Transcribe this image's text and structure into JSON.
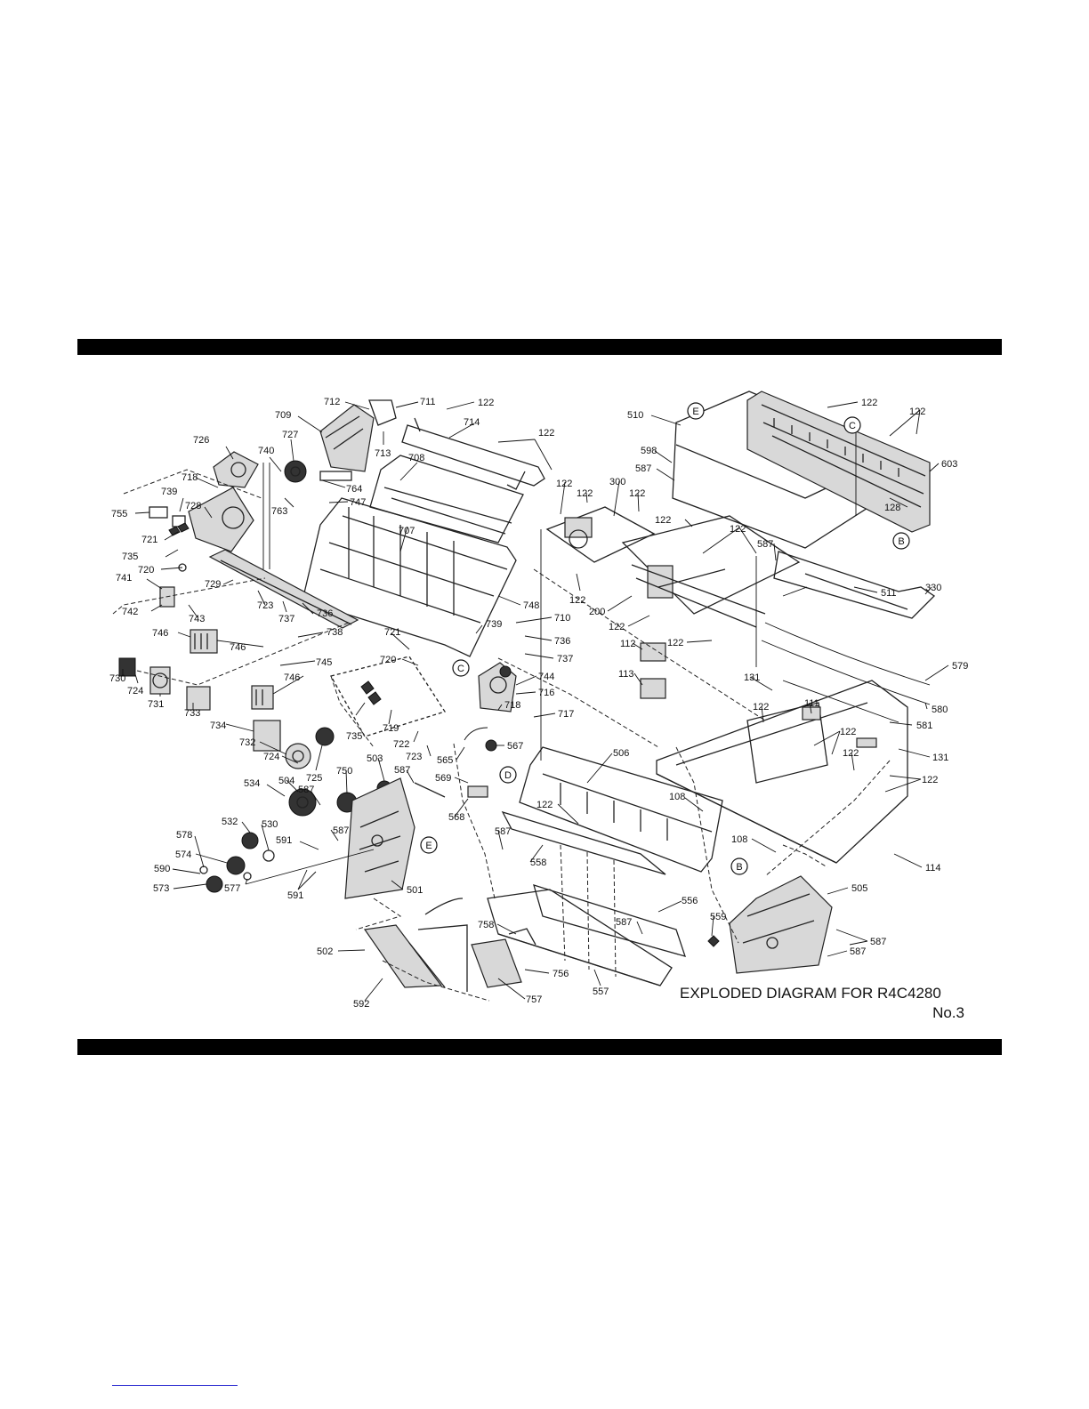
{
  "caption": {
    "line1": "EXPLODED DIAGRAM FOR R4C4280",
    "line2": "No.3"
  },
  "callouts": [
    {
      "text": "712"
    },
    {
      "text": "711"
    },
    {
      "text": "709"
    },
    {
      "text": "713"
    },
    {
      "text": "122"
    },
    {
      "text": "714"
    },
    {
      "text": "122"
    },
    {
      "text": "726"
    },
    {
      "text": "727"
    },
    {
      "text": "740"
    },
    {
      "text": "764"
    },
    {
      "text": "708"
    },
    {
      "text": "718"
    },
    {
      "text": "739"
    },
    {
      "text": "763"
    },
    {
      "text": "747"
    },
    {
      "text": "755"
    },
    {
      "text": "728"
    },
    {
      "text": "721"
    },
    {
      "text": "735"
    },
    {
      "text": "720"
    },
    {
      "text": "741"
    },
    {
      "text": "729"
    },
    {
      "text": "723"
    },
    {
      "text": "742"
    },
    {
      "text": "743"
    },
    {
      "text": "737"
    },
    {
      "text": "736"
    },
    {
      "text": "707"
    },
    {
      "text": "746"
    },
    {
      "text": "746"
    },
    {
      "text": "738"
    },
    {
      "text": "730"
    },
    {
      "text": "724"
    },
    {
      "text": "731"
    },
    {
      "text": "745"
    },
    {
      "text": "746"
    },
    {
      "text": "733"
    },
    {
      "text": "734"
    },
    {
      "text": "732"
    },
    {
      "text": "735"
    },
    {
      "text": "719"
    },
    {
      "text": "722"
    },
    {
      "text": "723"
    },
    {
      "text": "724"
    },
    {
      "text": "725"
    },
    {
      "text": "534"
    },
    {
      "text": "504"
    },
    {
      "text": "587"
    },
    {
      "text": "750"
    },
    {
      "text": "503"
    },
    {
      "text": "587"
    },
    {
      "text": "532"
    },
    {
      "text": "530"
    },
    {
      "text": "591"
    },
    {
      "text": "587"
    },
    {
      "text": "578"
    },
    {
      "text": "574"
    },
    {
      "text": "590"
    },
    {
      "text": "573"
    },
    {
      "text": "577"
    },
    {
      "text": "591"
    },
    {
      "text": "501"
    },
    {
      "text": "502"
    },
    {
      "text": "592"
    },
    {
      "text": "748"
    },
    {
      "text": "739"
    },
    {
      "text": "710"
    },
    {
      "text": "721"
    },
    {
      "text": "736"
    },
    {
      "text": "737"
    },
    {
      "text": "720"
    },
    {
      "text": "744"
    },
    {
      "text": "716"
    },
    {
      "text": "718"
    },
    {
      "text": "717"
    },
    {
      "text": "567"
    },
    {
      "text": "565"
    },
    {
      "text": "569"
    },
    {
      "text": "568"
    },
    {
      "text": "506"
    },
    {
      "text": "122"
    },
    {
      "text": "587"
    },
    {
      "text": "558"
    },
    {
      "text": "556"
    },
    {
      "text": "587"
    },
    {
      "text": "758"
    },
    {
      "text": "559"
    },
    {
      "text": "756"
    },
    {
      "text": "757"
    },
    {
      "text": "557"
    },
    {
      "text": "122"
    },
    {
      "text": "300"
    },
    {
      "text": "122"
    },
    {
      "text": "122"
    },
    {
      "text": "510"
    },
    {
      "text": "122"
    },
    {
      "text": "122"
    },
    {
      "text": "598"
    },
    {
      "text": "603"
    },
    {
      "text": "587"
    },
    {
      "text": "128"
    },
    {
      "text": "122"
    },
    {
      "text": "122"
    },
    {
      "text": "587"
    },
    {
      "text": "122"
    },
    {
      "text": "200"
    },
    {
      "text": "122"
    },
    {
      "text": "511"
    },
    {
      "text": "330"
    },
    {
      "text": "112"
    },
    {
      "text": "122"
    },
    {
      "text": "113"
    },
    {
      "text": "579"
    },
    {
      "text": "131"
    },
    {
      "text": "580"
    },
    {
      "text": "122"
    },
    {
      "text": "111"
    },
    {
      "text": "581"
    },
    {
      "text": "122"
    },
    {
      "text": "122"
    },
    {
      "text": "131"
    },
    {
      "text": "122"
    },
    {
      "text": "108"
    },
    {
      "text": "108"
    },
    {
      "text": "114"
    },
    {
      "text": "505"
    },
    {
      "text": "587"
    },
    {
      "text": "587"
    },
    {
      "text": "122"
    }
  ],
  "reference_markers": [
    {
      "text": "E"
    },
    {
      "text": "C"
    },
    {
      "text": "B"
    },
    {
      "text": "C"
    },
    {
      "text": "D"
    },
    {
      "text": "E"
    },
    {
      "text": "B"
    }
  ]
}
